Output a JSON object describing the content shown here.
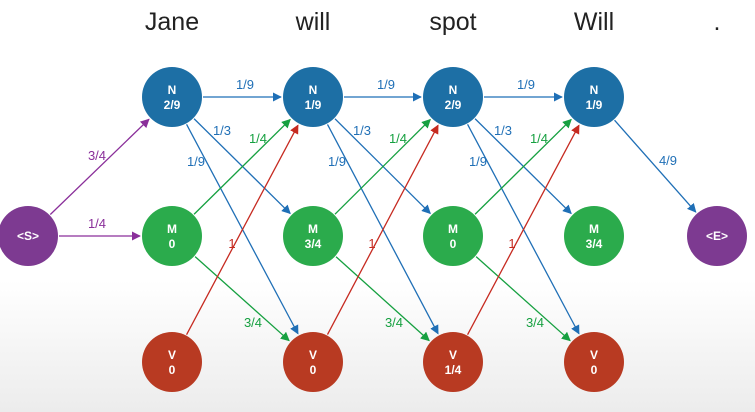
{
  "words": [
    "Jane",
    "will",
    "spot",
    "Will",
    "."
  ],
  "colors": {
    "N": "#1d6fa5",
    "M": "#2bab4c",
    "V": "#b83a22",
    "S": "#7d3a91",
    "purple_edge": "#8a2f9a",
    "blue_edge": "#1f6fb6",
    "green_edge": "#16a040",
    "red_edge": "#c62a20"
  },
  "nodes": [
    {
      "id": "S",
      "tag": "<S>",
      "value": ""
    },
    {
      "id": "N1",
      "tag": "N",
      "value": "2/9"
    },
    {
      "id": "M1",
      "tag": "M",
      "value": "0"
    },
    {
      "id": "V1",
      "tag": "V",
      "value": "0"
    },
    {
      "id": "N2",
      "tag": "N",
      "value": "1/9"
    },
    {
      "id": "M2",
      "tag": "M",
      "value": "3/4"
    },
    {
      "id": "V2",
      "tag": "V",
      "value": "0"
    },
    {
      "id": "N3",
      "tag": "N",
      "value": "2/9"
    },
    {
      "id": "M3",
      "tag": "M",
      "value": "0"
    },
    {
      "id": "V3",
      "tag": "V",
      "value": "1/4"
    },
    {
      "id": "N4",
      "tag": "N",
      "value": "1/9"
    },
    {
      "id": "M4",
      "tag": "M",
      "value": "3/4"
    },
    {
      "id": "V4",
      "tag": "V",
      "value": "0"
    },
    {
      "id": "E",
      "tag": "<E>",
      "value": ""
    }
  ],
  "edges": [
    {
      "from": "S",
      "to": "N1",
      "label": "3/4",
      "color": "purple_edge"
    },
    {
      "from": "S",
      "to": "M1",
      "label": "1/4",
      "color": "purple_edge"
    },
    {
      "from": "N1",
      "to": "N2",
      "label": "1/9",
      "color": "blue_edge"
    },
    {
      "from": "N1",
      "to": "M2",
      "label": "1/3",
      "color": "blue_edge"
    },
    {
      "from": "N1",
      "to": "V2",
      "label": "1/9",
      "color": "blue_edge"
    },
    {
      "from": "M1",
      "to": "N2",
      "label": "1/4",
      "color": "green_edge"
    },
    {
      "from": "M1",
      "to": "V2",
      "label": "3/4",
      "color": "green_edge"
    },
    {
      "from": "V1",
      "to": "N2",
      "label": "1",
      "color": "red_edge"
    },
    {
      "from": "N2",
      "to": "N3",
      "label": "1/9",
      "color": "blue_edge"
    },
    {
      "from": "N2",
      "to": "M3",
      "label": "1/3",
      "color": "blue_edge"
    },
    {
      "from": "N2",
      "to": "V3",
      "label": "1/9",
      "color": "blue_edge"
    },
    {
      "from": "M2",
      "to": "N3",
      "label": "1/4",
      "color": "green_edge"
    },
    {
      "from": "M2",
      "to": "V3",
      "label": "3/4",
      "color": "green_edge"
    },
    {
      "from": "V2",
      "to": "N3",
      "label": "1",
      "color": "red_edge"
    },
    {
      "from": "N3",
      "to": "N4",
      "label": "1/9",
      "color": "blue_edge"
    },
    {
      "from": "N3",
      "to": "M4",
      "label": "1/3",
      "color": "blue_edge"
    },
    {
      "from": "N3",
      "to": "V4",
      "label": "1/9",
      "color": "blue_edge"
    },
    {
      "from": "M3",
      "to": "N4",
      "label": "1/4",
      "color": "green_edge"
    },
    {
      "from": "M3",
      "to": "V4",
      "label": "3/4",
      "color": "green_edge"
    },
    {
      "from": "V3",
      "to": "N4",
      "label": "1",
      "color": "red_edge"
    },
    {
      "from": "N4",
      "to": "E",
      "label": "4/9",
      "color": "blue_edge"
    }
  ]
}
